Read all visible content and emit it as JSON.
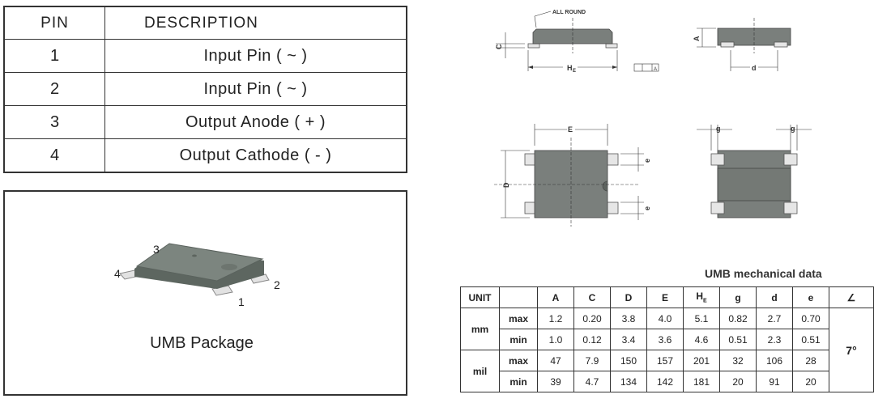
{
  "pin_table": {
    "header": {
      "pin": "PIN",
      "description": "DESCRIPTION"
    },
    "rows": [
      {
        "pin": "1",
        "description": "Input Pin ( ~ )"
      },
      {
        "pin": "2",
        "description": "Input Pin ( ~ )"
      },
      {
        "pin": "3",
        "description": "Output Anode ( + )"
      },
      {
        "pin": "4",
        "description": "Output Cathode ( - )"
      }
    ]
  },
  "package": {
    "caption": "UMB Package",
    "pin_labels": [
      "1",
      "2",
      "3",
      "4"
    ]
  },
  "drawings": {
    "labels": {
      "all_round": "ALL ROUND",
      "c": "C",
      "he": "H",
      "he_sub": "E",
      "a": "A",
      "d_small": "d",
      "e_upper": "E",
      "d_upper": "D",
      "e_small": "e",
      "g": "g",
      "tol_a": "A"
    }
  },
  "mech": {
    "title": "UMB mechanical data",
    "header": {
      "unit": "UNIT",
      "cols": [
        "A",
        "C",
        "D",
        "E",
        "H",
        "g",
        "d",
        "e"
      ],
      "he_sub": "E",
      "angle": "∠"
    },
    "groups": [
      {
        "unit": "mm",
        "rows": [
          {
            "kind": "max",
            "values": [
              "1.2",
              "0.20",
              "3.8",
              "4.0",
              "5.1",
              "0.82",
              "2.7",
              "0.70"
            ]
          },
          {
            "kind": "min",
            "values": [
              "1.0",
              "0.12",
              "3.4",
              "3.6",
              "4.6",
              "0.51",
              "2.3",
              "0.51"
            ]
          }
        ]
      },
      {
        "unit": "mil",
        "rows": [
          {
            "kind": "max",
            "values": [
              "47",
              "7.9",
              "150",
              "157",
              "201",
              "32",
              "106",
              "28"
            ]
          },
          {
            "kind": "min",
            "values": [
              "39",
              "4.7",
              "134",
              "142",
              "181",
              "20",
              "91",
              "20"
            ]
          }
        ]
      }
    ],
    "angle_value": "7°"
  }
}
